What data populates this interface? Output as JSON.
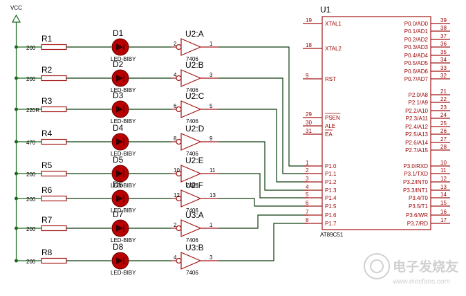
{
  "schematic": {
    "vcc_label": "VCC",
    "mcu": {
      "ref": "U1",
      "part": "AT89C51",
      "left_pins": [
        {
          "num": "19",
          "name": "XTAL1"
        },
        {
          "num": "18",
          "name": "XTAL2"
        },
        {
          "num": "9",
          "name": "RST"
        },
        {
          "num": "29",
          "name": "PSEN"
        },
        {
          "num": "30",
          "name": "ALE"
        },
        {
          "num": "31",
          "name": "EA"
        },
        {
          "num": "1",
          "name": "P1.0"
        },
        {
          "num": "2",
          "name": "P1.1"
        },
        {
          "num": "3",
          "name": "P1.2"
        },
        {
          "num": "4",
          "name": "P1.3"
        },
        {
          "num": "5",
          "name": "P1.4"
        },
        {
          "num": "6",
          "name": "P1.5"
        },
        {
          "num": "7",
          "name": "P1.6"
        },
        {
          "num": "8",
          "name": "P1.7"
        }
      ],
      "right_pins": [
        {
          "num": "39",
          "name": "P0.0/AD0"
        },
        {
          "num": "38",
          "name": "P0.1/AD1"
        },
        {
          "num": "37",
          "name": "P0.2/AD2"
        },
        {
          "num": "36",
          "name": "P0.3/AD3"
        },
        {
          "num": "35",
          "name": "P0.4/AD4"
        },
        {
          "num": "34",
          "name": "P0.5/AD5"
        },
        {
          "num": "33",
          "name": "P0.6/AD6"
        },
        {
          "num": "32",
          "name": "P0.7/AD7"
        },
        {
          "num": "21",
          "name": "P2.0/A8"
        },
        {
          "num": "22",
          "name": "P2.1/A9"
        },
        {
          "num": "23",
          "name": "P2.2/A10"
        },
        {
          "num": "24",
          "name": "P2.3/A11"
        },
        {
          "num": "25",
          "name": "P2.4/A12"
        },
        {
          "num": "26",
          "name": "P2.5/A13"
        },
        {
          "num": "27",
          "name": "P2.6/A14"
        },
        {
          "num": "28",
          "name": "P2.7/A15"
        },
        {
          "num": "10",
          "name": "P3.0/RXD"
        },
        {
          "num": "11",
          "name": "P3.1/TXD"
        },
        {
          "num": "12",
          "name": "P3.2/INT0"
        },
        {
          "num": "13",
          "name": "P3.3/INT1"
        },
        {
          "num": "14",
          "name": "P3.4/T0"
        },
        {
          "num": "15",
          "name": "P3.5/T1"
        },
        {
          "num": "16",
          "name": "P3.6/WR"
        },
        {
          "num": "17",
          "name": "P3.7/RD"
        }
      ]
    },
    "channels": [
      {
        "res": "R1",
        "rval": "200",
        "led": "D1",
        "led_part": "LED-BIBY",
        "gate": "U2:A",
        "gate_part": "7406",
        "in_pin": "2",
        "out_pin": "1"
      },
      {
        "res": "R2",
        "rval": "200",
        "led": "D2",
        "led_part": "LED-BIBY",
        "gate": "U2:B",
        "gate_part": "7406",
        "in_pin": "4",
        "out_pin": "3"
      },
      {
        "res": "R3",
        "rval": "220R",
        "led": "D3",
        "led_part": "LED-BIBY",
        "gate": "U2:C",
        "gate_part": "7406",
        "in_pin": "6",
        "out_pin": "5"
      },
      {
        "res": "R4",
        "rval": "470",
        "led": "D4",
        "led_part": "LED-BIBY",
        "gate": "U2:D",
        "gate_part": "7406",
        "in_pin": "8",
        "out_pin": "9"
      },
      {
        "res": "R5",
        "rval": "200",
        "led": "D5",
        "led_part": "LED-BIBY",
        "gate": "U2:E",
        "gate_part": "7406",
        "in_pin": "10",
        "out_pin": "11"
      },
      {
        "res": "R6",
        "rval": "200",
        "led": "D6",
        "led_part": "LED-BIBY",
        "gate": "U2:F",
        "gate_part": "7406",
        "in_pin": "12",
        "out_pin": "13"
      },
      {
        "res": "R7",
        "rval": "200",
        "led": "D7",
        "led_part": "LED-BIBY",
        "gate": "U3:A",
        "gate_part": "7406",
        "in_pin": "2",
        "out_pin": "1"
      },
      {
        "res": "R8",
        "rval": "200",
        "led": "D8",
        "led_part": "LED-BIBY",
        "gate": "U3:B",
        "gate_part": "7406",
        "in_pin": "4",
        "out_pin": "3"
      }
    ]
  },
  "watermark": {
    "title": "电子发烧友",
    "url": "www.elecfans.com"
  },
  "colors": {
    "component": "#a31515",
    "wire": "#0c3a0c",
    "pin_text": "#9a0000",
    "led_fill": "#b80000",
    "watermark": "#c8c8c8"
  }
}
